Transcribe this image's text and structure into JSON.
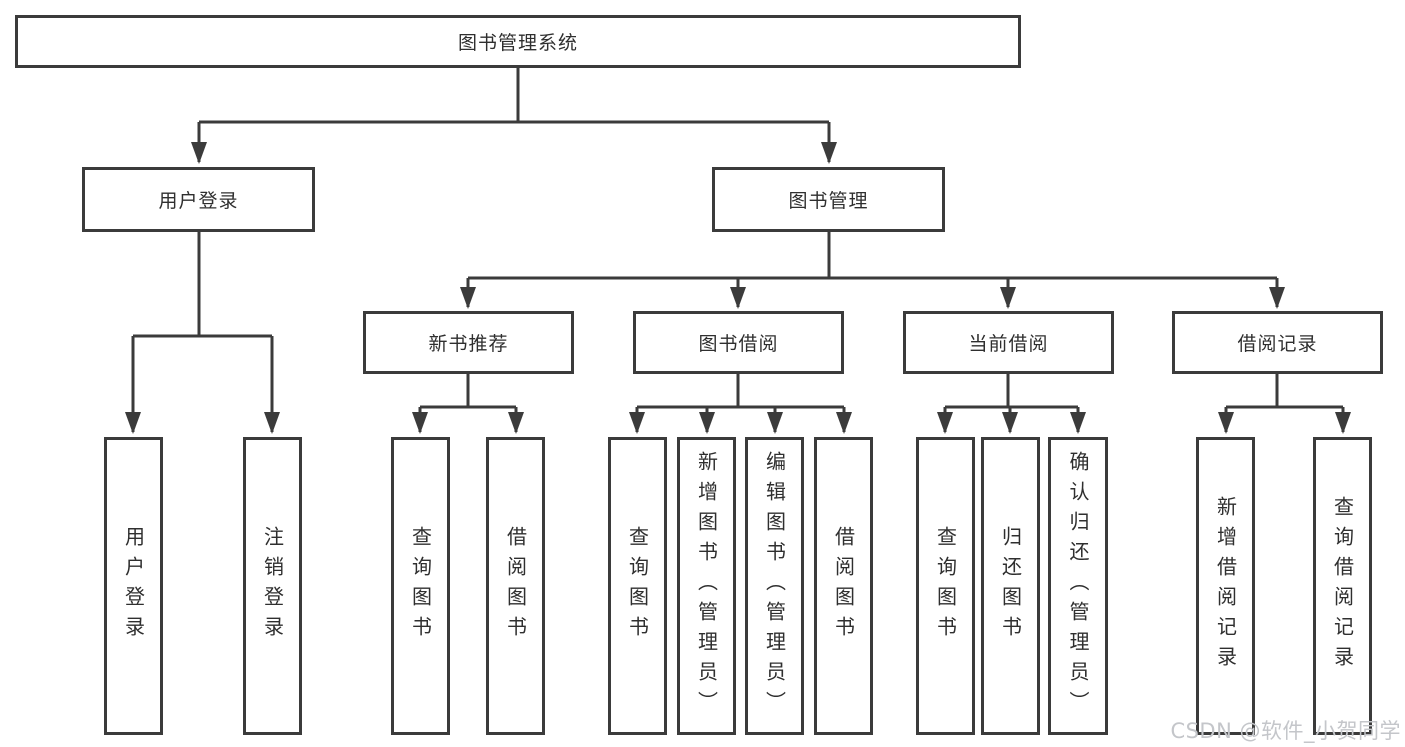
{
  "colors": {
    "line": "#3b3b3b",
    "text": "#2f2f2f",
    "watermark": "#c4c6ca",
    "background": "#ffffff"
  },
  "watermark": {
    "text": "CSDN @软件_小贺同学"
  },
  "tree": {
    "label": "图书管理系统",
    "children": [
      {
        "label": "用户登录",
        "children": [
          {
            "label": "用户登录"
          },
          {
            "label": "注销登录"
          }
        ]
      },
      {
        "label": "图书管理",
        "children": [
          {
            "label": "新书推荐",
            "children": [
              {
                "label": "查询图书"
              },
              {
                "label": "借阅图书"
              }
            ]
          },
          {
            "label": "图书借阅",
            "children": [
              {
                "label": "查询图书"
              },
              {
                "label": "新增图书（管理员）"
              },
              {
                "label": "编辑图书（管理员）"
              },
              {
                "label": "借阅图书"
              }
            ]
          },
          {
            "label": "当前借阅",
            "children": [
              {
                "label": "查询图书"
              },
              {
                "label": "归还图书"
              },
              {
                "label": "确认归还（管理员）"
              }
            ]
          },
          {
            "label": "借阅记录",
            "children": [
              {
                "label": "新增借阅记录"
              },
              {
                "label": "查询借阅记录"
              }
            ]
          }
        ]
      }
    ]
  }
}
